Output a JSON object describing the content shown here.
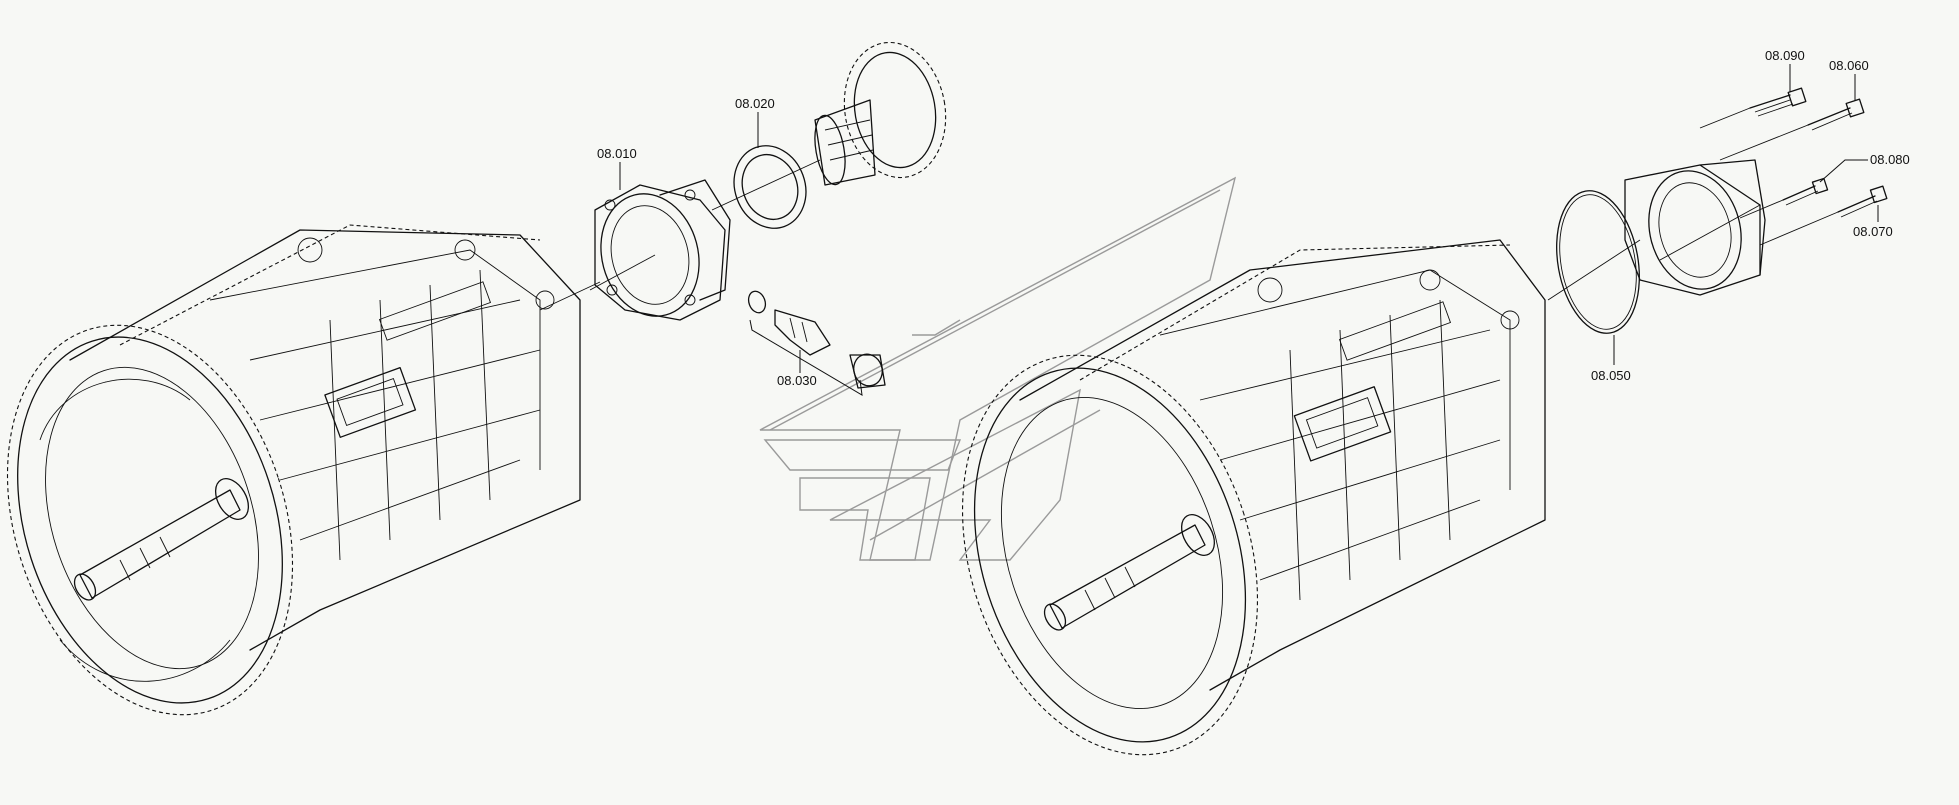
{
  "diagram": {
    "callouts": [
      {
        "id": "c-08010",
        "label": "08.010"
      },
      {
        "id": "c-08020",
        "label": "08.020"
      },
      {
        "id": "c-08030",
        "label": "08.030"
      },
      {
        "id": "c-08050",
        "label": "08.050"
      },
      {
        "id": "c-08060",
        "label": "08.060"
      },
      {
        "id": "c-08070",
        "label": "08.070"
      },
      {
        "id": "c-08080",
        "label": "08.080"
      },
      {
        "id": "c-08090",
        "label": "08.090"
      }
    ],
    "accent_color": "#111111",
    "watermark_color": "#9a9a9a"
  }
}
